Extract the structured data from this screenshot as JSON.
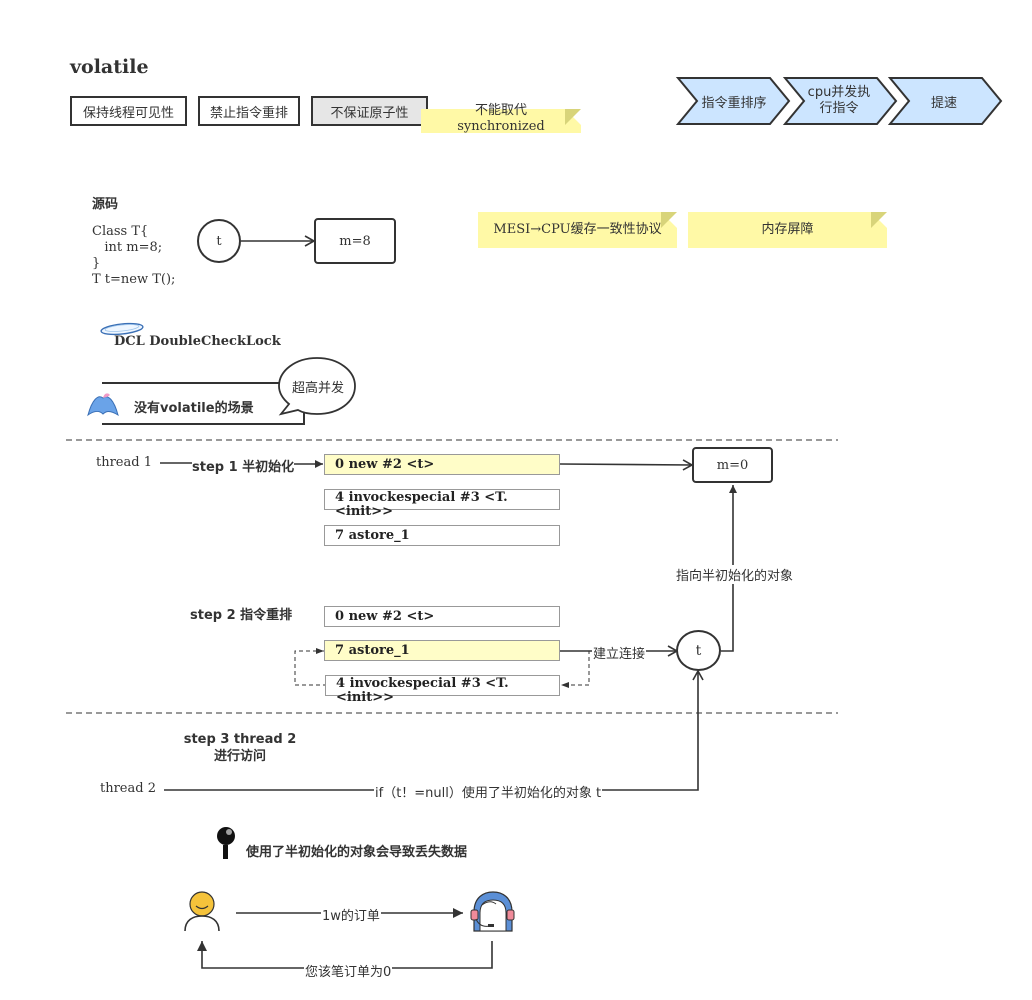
{
  "title": "volatile",
  "tags": [
    "保持线程可见性",
    "禁止指令重排",
    "不保证原子性"
  ],
  "note_sync": "不能取代\nsynchronized",
  "chevrons": [
    "指令重排序",
    "cpu并发执\n行指令",
    "提速"
  ],
  "source_heading": "源码",
  "source_code": "Class T{\n   int m=8;\n}\nT t=new T();",
  "obj_ref": "t",
  "obj_value": "m=8",
  "note_mesi": "MESI→CPU缓存一致性协议",
  "note_barrier": "内存屏障",
  "dcl_label": "DCL DoubleCheckLock",
  "scenario_label": "没有volatile的场景",
  "bubble": "超高并发",
  "thread1": "thread 1",
  "step1": "step 1 半初始化",
  "step1_code": [
    "0 new #2 <t>",
    "4 invockespecial #3 <T.<init>>",
    "7 astore_1"
  ],
  "heap_obj": "m=0",
  "points_to": "指向半初始化的对象",
  "step2": "step 2 指令重排",
  "step2_code": [
    "0 new #2 <t>",
    "7 astore_1",
    "4 invockespecial #3 <T.<init>>"
  ],
  "connect": "建立连接",
  "t_ref": "t",
  "step3": "step 3 thread 2\n进行访问",
  "thread2": "thread 2",
  "if_label": "if（t！=null）使用了半初始化的对象 t",
  "warning": "使用了半初始化的对象会导致丢失数据",
  "order": "1w的订单",
  "reply": "您该笔订单为0",
  "colors": {
    "note": "#fff9a6",
    "chevron": "#cce5ff",
    "highlight": "#fffdc8"
  }
}
